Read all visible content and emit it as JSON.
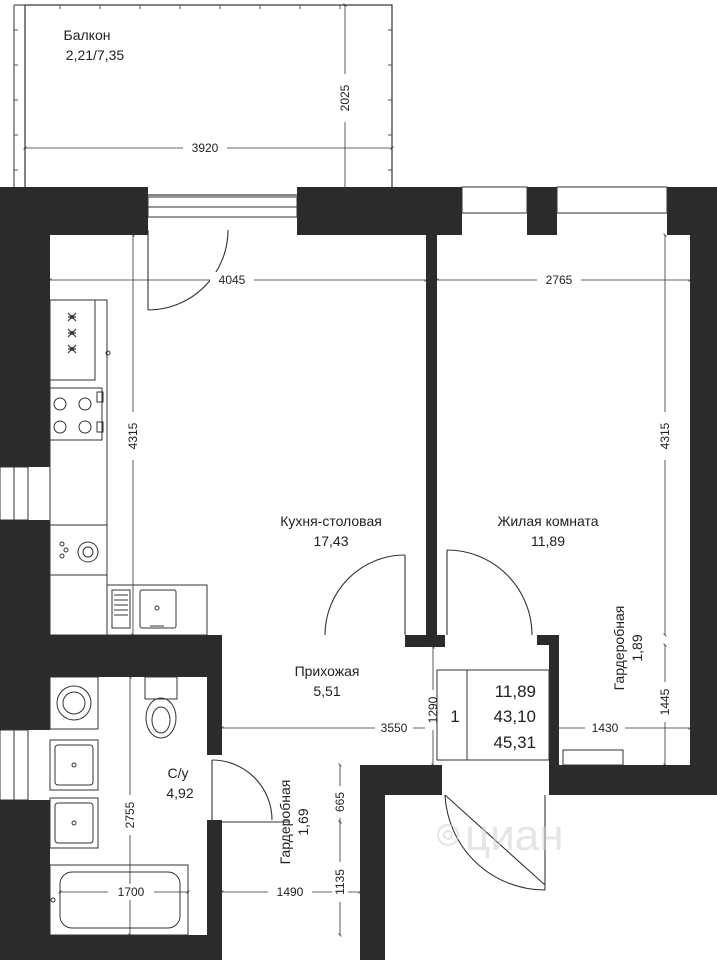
{
  "colors": {
    "wall": "#2b2b2b",
    "line": "#333333",
    "text": "#222222",
    "background": "#ffffff",
    "watermark": "#d0d0d0"
  },
  "rooms": {
    "balcony": {
      "name": "Балкон",
      "area": "2,21/7,35"
    },
    "kitchen": {
      "name": "Кухня-столовая",
      "area": "17,43"
    },
    "living": {
      "name": "Жилая комната",
      "area": "11,89"
    },
    "hallway": {
      "name": "Прихожая",
      "area": "5,51"
    },
    "bathroom": {
      "name": "С/у",
      "area": "4,92"
    },
    "wardrobe_right": {
      "name": "Гардеробная",
      "area": "1,89"
    },
    "wardrobe_left": {
      "name": "Гардеробная",
      "area": "1,69"
    }
  },
  "dimensions": {
    "balcony_width": "3920",
    "balcony_depth": "2025",
    "kitchen_width": "4045",
    "kitchen_depth": "4315",
    "living_width": "2765",
    "living_depth": "4315",
    "hall_width": "3550",
    "hall_depth": "1290",
    "wardrobe_right_width": "1430",
    "wardrobe_right_depth": "1445",
    "bathroom_depth": "2755",
    "bath_length": "1700",
    "wardrobe_left_width": "1490",
    "wardrobe_left_depth": "1135",
    "corridor_depth": "665"
  },
  "legend": {
    "rooms_count": "1",
    "living_area": "11,89",
    "total_area_1": "43,10",
    "total_area_2": "45,31"
  },
  "watermark": {
    "text": "циан",
    "icon": "cian-logo-icon"
  }
}
